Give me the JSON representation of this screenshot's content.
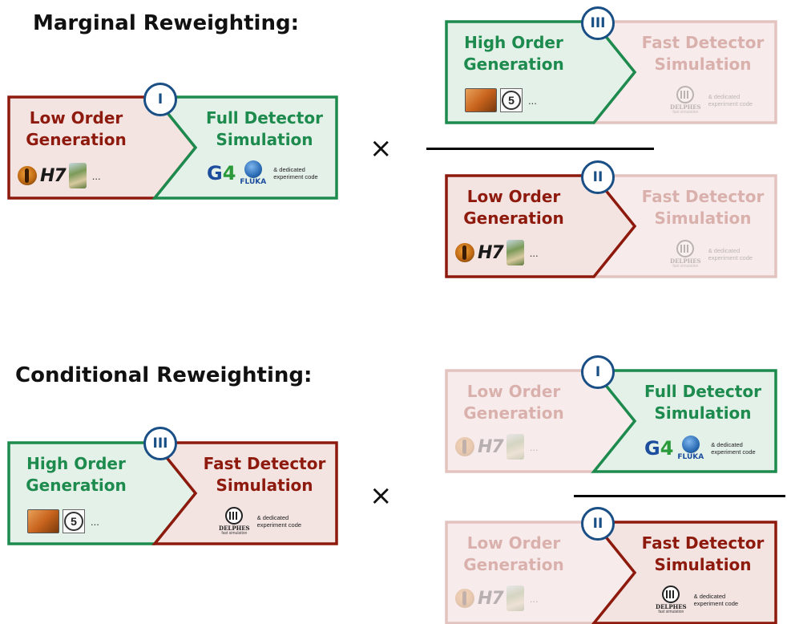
{
  "sections": {
    "marginal": "Marginal Reweighting:",
    "conditional": "Conditional Reweighting:"
  },
  "badges": {
    "one": "I",
    "two": "II",
    "three": "III"
  },
  "stages": {
    "low_order": [
      "Low Order",
      "Generation"
    ],
    "high_order": [
      "High Order",
      "Generation"
    ],
    "full_sim": [
      "Full Detector",
      "Simulation"
    ],
    "fast_sim": [
      "Fast Detector",
      "Simulation"
    ]
  },
  "logos": {
    "h7": "H7",
    "ellipsis": "...",
    "five": "5",
    "g4_g": "G",
    "g4_n": "4",
    "fluka": "FLUKA",
    "delphes": "DELPHES",
    "delphes_sub": "fast simulation",
    "dedicated": [
      "& dedicated",
      "experiment code"
    ]
  },
  "symbols": {
    "times": "×"
  },
  "colors": {
    "red_stroke": "#8e1a0e",
    "red_fill": "#f3e4e2",
    "green_stroke": "#1d8a4e",
    "green_fill": "#e4f1e8",
    "badge": "#1a4f86"
  }
}
